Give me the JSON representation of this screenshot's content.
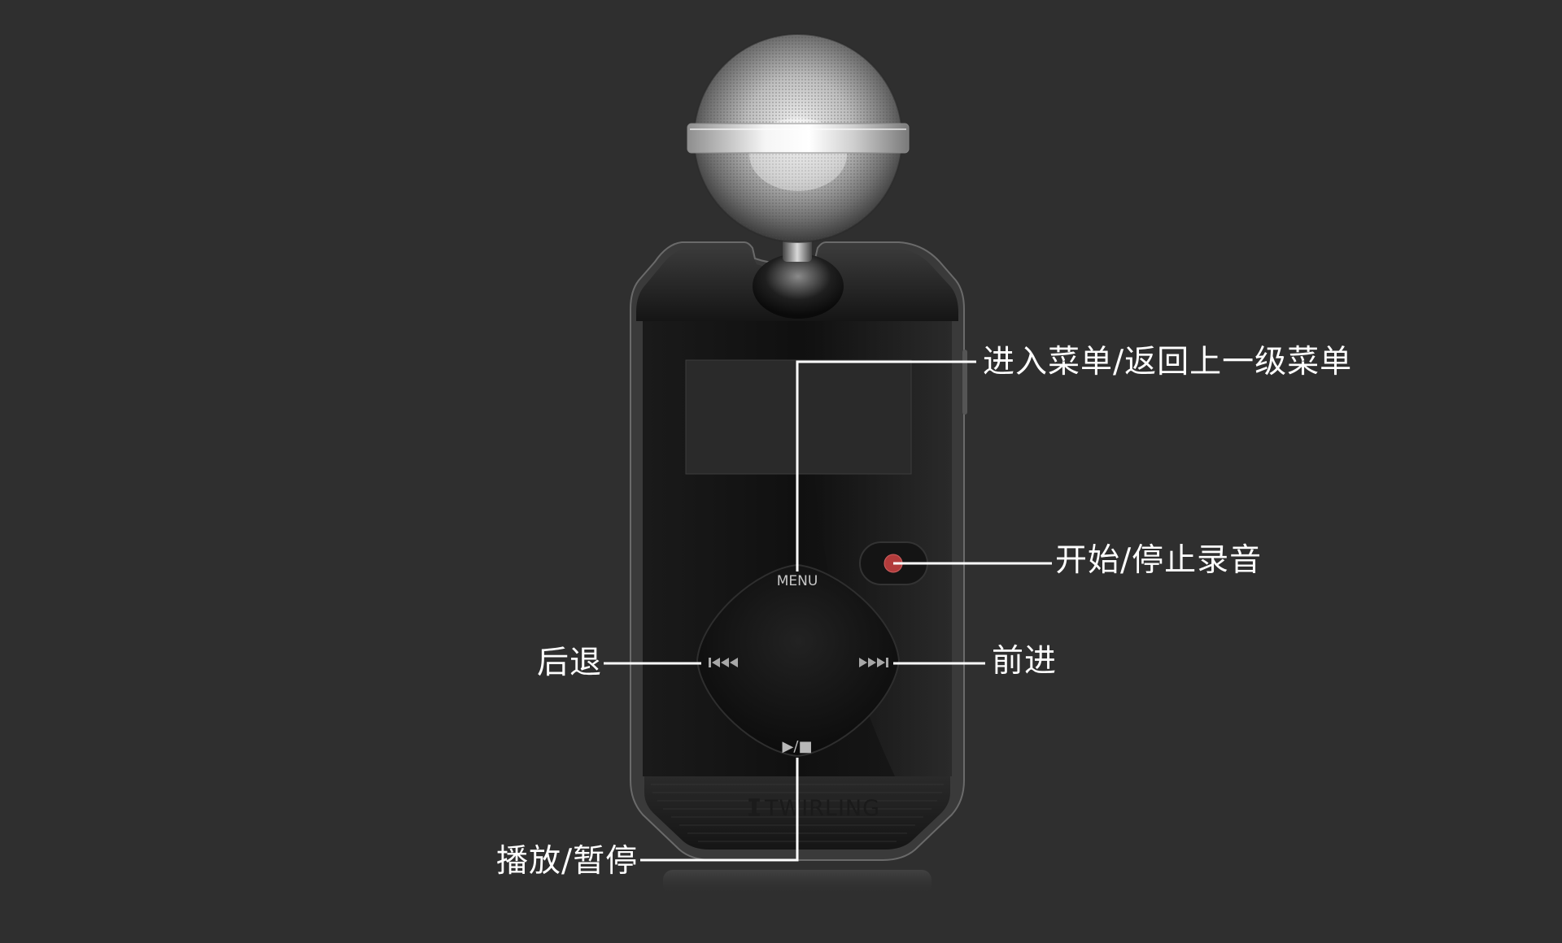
{
  "device": {
    "brand": "TWIRLING",
    "menu_label": "MENU",
    "play_pause_glyph": "▶/■"
  },
  "callouts": {
    "menu": "进入菜单/返回上一级菜单",
    "record": "开始/停止录音",
    "forward": "前进",
    "back": "后退",
    "play_pause": "播放/暂停"
  },
  "icons": {
    "previous": "previous-track-icon",
    "next": "next-track-icon",
    "play_pause": "play-stop-icon",
    "record": "record-dot-icon",
    "logo": "twirling-logo-icon"
  },
  "colors": {
    "background": "#2f2f2f",
    "record_dot": "#b23b3b",
    "callout_line": "#ffffff",
    "label": "#ffffff"
  }
}
